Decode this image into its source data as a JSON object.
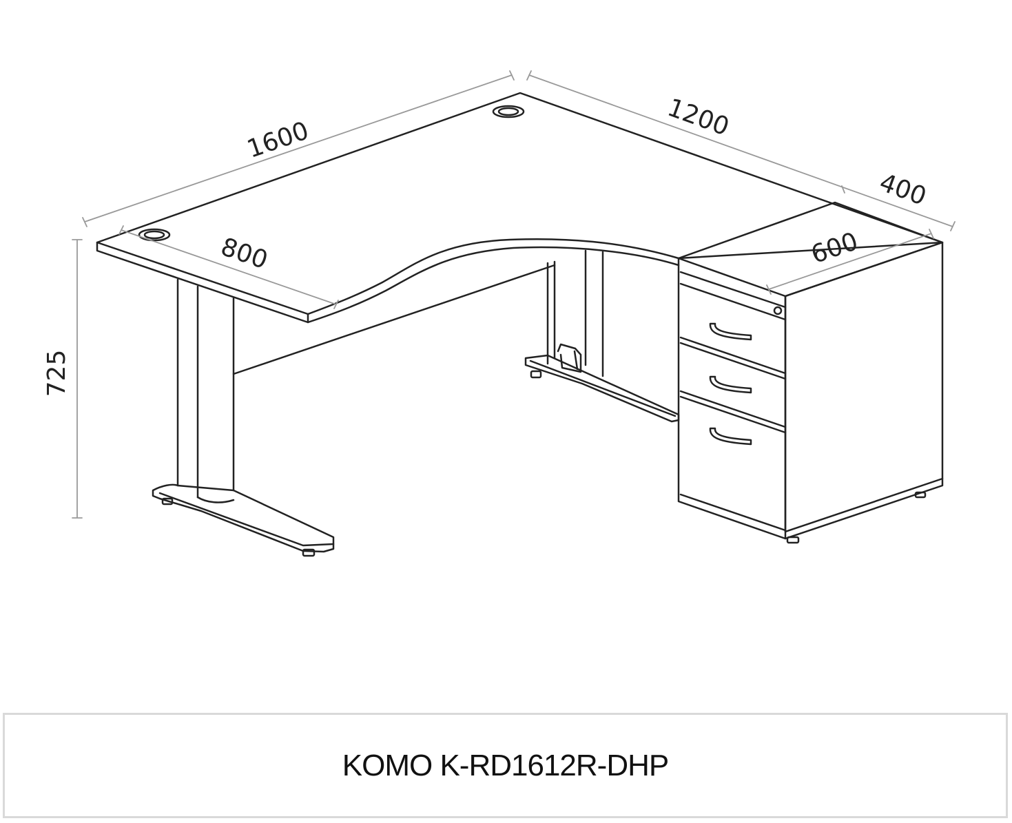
{
  "dimensions": {
    "desk_length": "1600",
    "return_length": "1200",
    "pedestal_width": "400",
    "desk_depth": "800",
    "pedestal_depth": "600",
    "height": "725"
  },
  "caption": {
    "product_code": "KOMO K-RD1612R-DHP"
  },
  "colors": {
    "line": "#222222",
    "dimension_line": "#999999",
    "caption_border": "#d9d9d9"
  }
}
